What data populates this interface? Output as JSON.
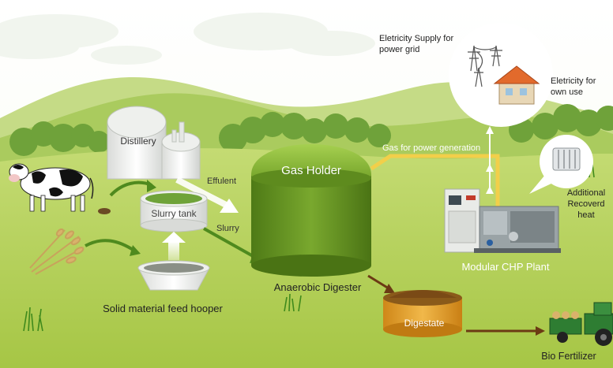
{
  "labels": {
    "distillery": "Distillery",
    "effulent": "Effulent",
    "slurry_tank": "Slurry tank",
    "slurry": "Slurry",
    "gas_holder": "Gas Holder",
    "anaerobic_digester": "Anaerobic Digester",
    "solid_feed": "Solid material feed hooper",
    "gas_for_power": "Gas for power generation",
    "chp_plant": "Modular CHP Plant",
    "additional_heat_line1": "Additional",
    "additional_heat_line2": "Recoverd",
    "additional_heat_line3": "heat",
    "grid_supply_line1": "Eletricity Supply for",
    "grid_supply_line2": "power grid",
    "own_use_line1": "Eletricity for",
    "own_use_line2": "own use",
    "digestate": "Digestate",
    "bio_fertilizer": "Bio Fertilizer"
  },
  "colors": {
    "sky": "#ffffff",
    "hill_light": "#c8dc8a",
    "hill_dark": "#a9c85c",
    "field": "#b6d15c",
    "digester_green": "#6f9b25",
    "gas_holder_green": "#8cbd3c",
    "arrow_green": "#4f8a1e",
    "gas_line": "#f2cf4a",
    "digestate_orange": "#e4a230",
    "brown_arrow": "#6b3a14"
  }
}
